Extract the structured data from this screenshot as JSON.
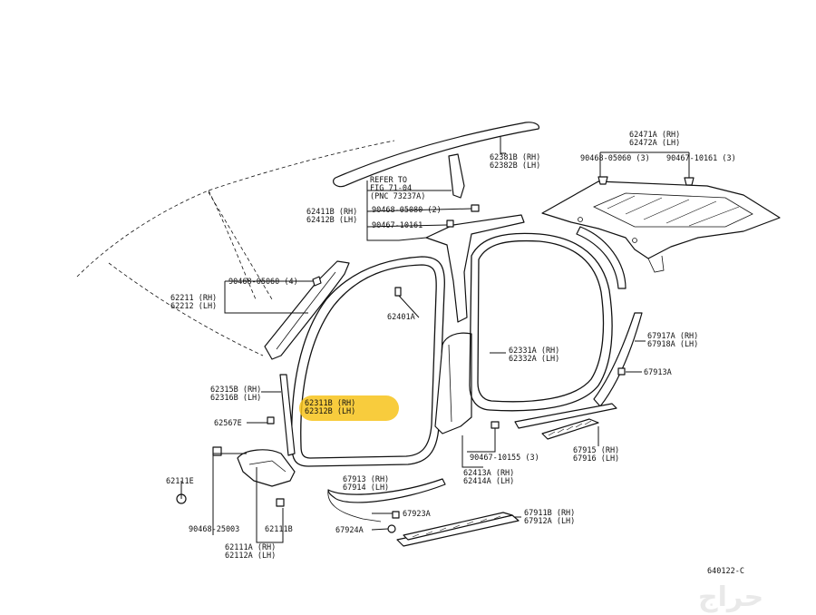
{
  "diagram": {
    "code": "640122-C",
    "watermark": "حراج",
    "highlight_color": "#f7c31b",
    "callouts": {
      "p62381": [
        "62381B (RH)",
        "62382B (LH)"
      ],
      "p62471": [
        "62471A (RH)",
        "62472A (LH)"
      ],
      "p90468_05060_3": "90468-05060 (3)",
      "p90467_10161_3": "90467-10161 (3)",
      "refer": [
        "REFER TO",
        "FIG 71-04",
        "(PNC 73237A)"
      ],
      "p62411": [
        "62411B (RH)",
        "62412B (LH)"
      ],
      "p90468_05080_2": "90468-05080 (2)",
      "p90467_10161": "90467-10161",
      "p90468_05060_4": "90468-05060 (4)",
      "p62211": [
        "62211 (RH)",
        "62212 (LH)"
      ],
      "p62401A": "62401A",
      "p62331": [
        "62331A (RH)",
        "62332A (LH)"
      ],
      "p67917": [
        "67917A (RH)",
        "67918A (LH)"
      ],
      "p67913A": "67913A",
      "p62315": [
        "62315B (RH)",
        "62316B (LH)"
      ],
      "p62311": [
        "62311B (RH)",
        "62312B (LH)"
      ],
      "p62567E": "62567E",
      "p90467_10155_3": "90467-10155 (3)",
      "p62413": [
        "62413A (RH)",
        "62414A (LH)"
      ],
      "p67915": [
        "67915 (RH)",
        "67916 (LH)"
      ],
      "p62111E": "62111E",
      "p67913": [
        "67913 (RH)",
        "67914 (LH)"
      ],
      "p67923A": "67923A",
      "p67911": [
        "67911B (RH)",
        "67912A (LH)"
      ],
      "p67924A": "67924A",
      "p90468_25003": "90468-25003",
      "p62111B": "62111B",
      "p62111": [
        "62111A (RH)",
        "62112A (LH)"
      ]
    }
  }
}
